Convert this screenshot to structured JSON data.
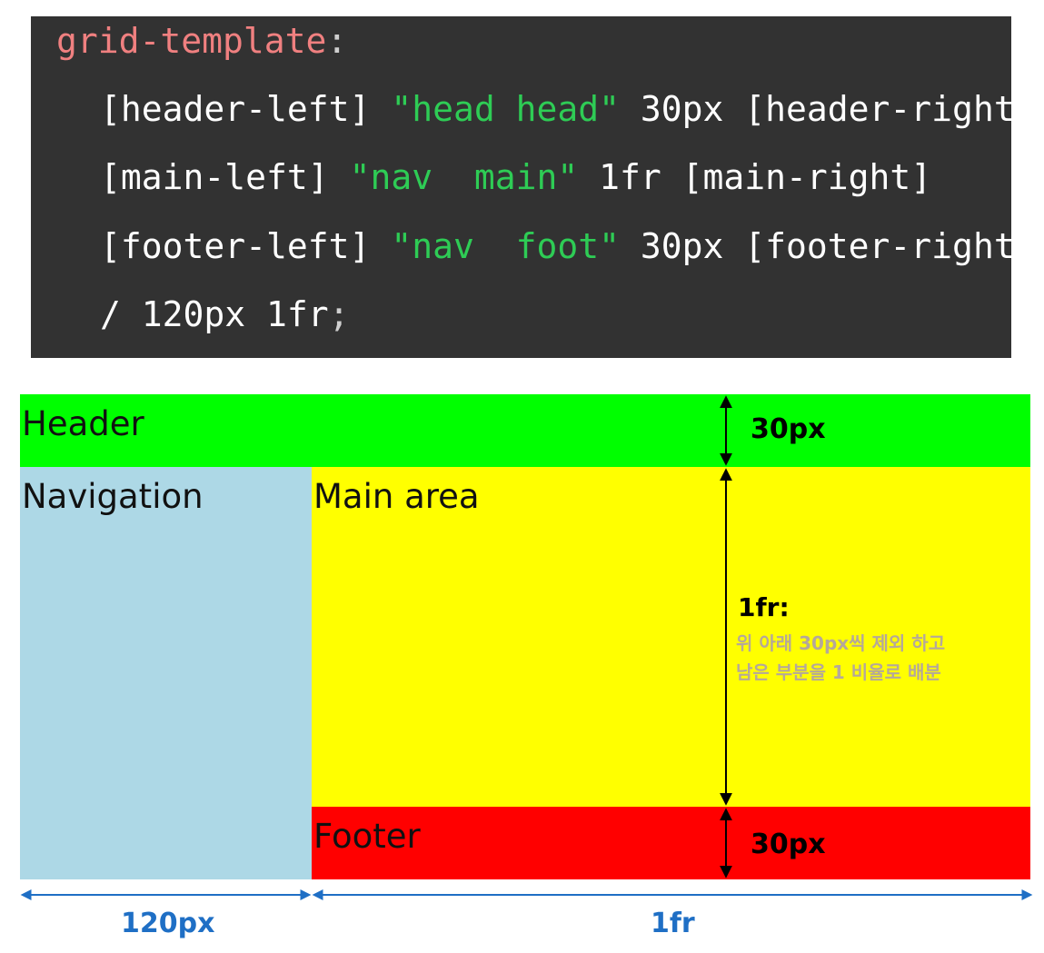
{
  "code": {
    "property": "grid-template",
    "colon": ":",
    "rows": [
      {
        "left_line": "[header-left]",
        "areas": "\"head head\"",
        "size": "30px",
        "right_line": "[header-right]"
      },
      {
        "left_line": "[main-left]",
        "areas": "\"nav  main\"",
        "size": "1fr",
        "right_line": "[main-right]"
      },
      {
        "left_line": "[footer-left]",
        "areas": "\"nav  foot\"",
        "size": "30px",
        "right_line": "[footer-right]"
      }
    ],
    "columns_line": "/ 120px 1fr",
    "semicolon": ";"
  },
  "diagram": {
    "areas": {
      "header": {
        "label": "Header",
        "color": "#00ff00"
      },
      "navigation": {
        "label": "Navigation",
        "color": "#add8e6"
      },
      "main": {
        "label": "Main area",
        "color": "#ffff00"
      },
      "footer": {
        "label": "Footer",
        "color": "#ff0000"
      }
    },
    "row_sizes": {
      "header": "30px",
      "main_title": "1fr:",
      "main_note_line1": "위 아래 30px씩 제외 하고",
      "main_note_line2": "남은 부분을 1 비율로 배분",
      "footer": "30px"
    },
    "column_sizes": {
      "nav": "120px",
      "rest": "1fr"
    },
    "colors": {
      "code_background": "#323232",
      "row_arrow": "#000000",
      "column_arrow": "#1f6fc5",
      "note_text": "#b5a89a"
    }
  }
}
